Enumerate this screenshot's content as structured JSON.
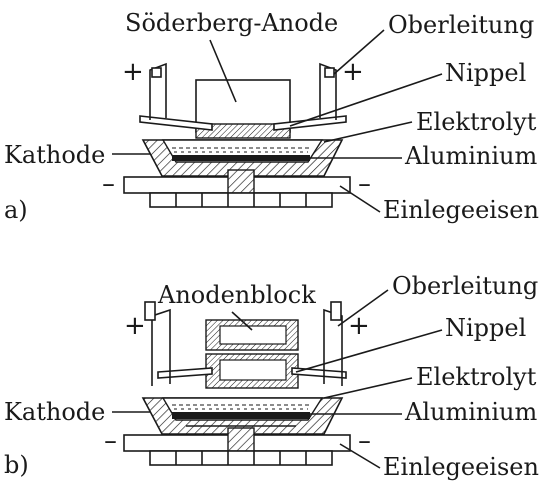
{
  "diagram_a": {
    "panel_label": "a)",
    "anode_label": "Söderberg-Anode",
    "overhead_line": "Oberleitung",
    "nipple": "Nippel",
    "electrolyte": "Elektrolyt",
    "cathode": "Kathode",
    "aluminium": "Aluminium",
    "insert_iron": "Einlegeeisen",
    "plus": "+",
    "minus": "–"
  },
  "diagram_b": {
    "panel_label": "b)",
    "anode_label": "Anodenblock",
    "overhead_line": "Oberleitung",
    "nipple": "Nippel",
    "electrolyte": "Elektrolyt",
    "cathode": "Kathode",
    "aluminium": "Aluminium",
    "insert_iron": "Einlegeeisen",
    "plus": "+",
    "minus": "–"
  }
}
